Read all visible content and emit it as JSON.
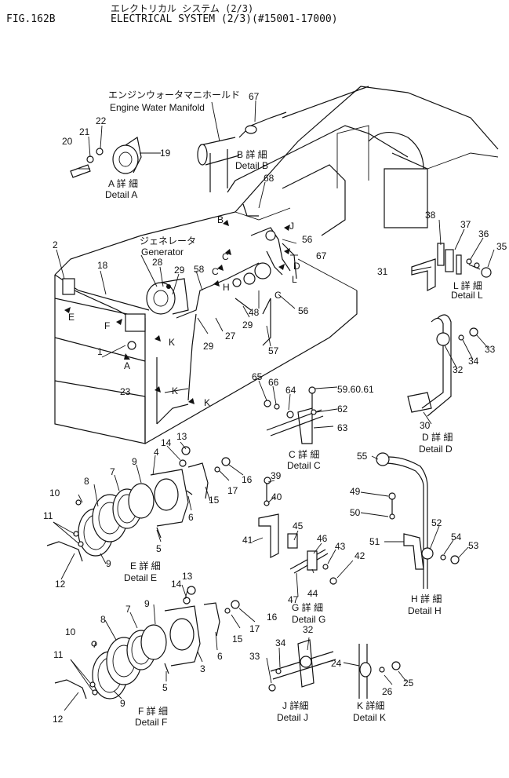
{
  "header": {
    "fig": "FIG.162B",
    "title_jp": "エレクトリカル システム (2/3)",
    "title_en": "ELECTRICAL SYSTEM (2/3)(#15001-17000)"
  },
  "labels": {
    "engine_manifold_jp": "エンジンウォータマニホールド",
    "engine_manifold_en": "Engine Water Manifold",
    "generator_jp": "ジェネレータ",
    "generator_en": "Generator"
  },
  "details": {
    "A": {
      "jp": "A 詳 細",
      "en": "Detail A"
    },
    "B": {
      "jp": "B 詳 細",
      "en": "Detail B"
    },
    "C": {
      "jp": "C 詳 細",
      "en": "Detail C"
    },
    "D": {
      "jp": "D 詳 細",
      "en": "Detail D"
    },
    "E": {
      "jp": "E 詳 細",
      "en": "Detail E"
    },
    "F": {
      "jp": "F 詳 細",
      "en": "Detail F"
    },
    "G": {
      "jp": "G 詳 細",
      "en": "Detail G"
    },
    "H": {
      "jp": "H 詳 細",
      "en": "Detail H"
    },
    "J": {
      "jp": "J 詳細",
      "en": "Detail J"
    },
    "K": {
      "jp": "K 詳細",
      "en": "Detail K"
    },
    "L": {
      "jp": "L 詳 細",
      "en": "Detail L"
    }
  },
  "callouts": {
    "p1": "1",
    "p2": "2",
    "p3": "3",
    "p4": "4",
    "p5": "5",
    "p6": "6",
    "p7": "7",
    "p8": "8",
    "p9": "9",
    "p10": "10",
    "p11": "11",
    "p12": "12",
    "p13": "13",
    "p14": "14",
    "p15": "15",
    "p16": "16",
    "p17": "17",
    "p18": "18",
    "p19": "19",
    "p20": "20",
    "p21": "21",
    "p22": "22",
    "p23": "23",
    "p24": "24",
    "p25": "25",
    "p26": "26",
    "p27": "27",
    "p28": "28",
    "p29": "29",
    "p30": "30",
    "p31": "31",
    "p32": "32",
    "p33": "33",
    "p34": "34",
    "p35": "35",
    "p36": "36",
    "p37": "37",
    "p38": "38",
    "p39": "39",
    "p40": "40",
    "p41": "41",
    "p42": "42",
    "p43": "43",
    "p44": "44",
    "p45": "45",
    "p46": "46",
    "p47": "47",
    "p48": "48",
    "p49": "49",
    "p50": "50",
    "p51": "51",
    "p52": "52",
    "p53": "53",
    "p54": "54",
    "p55": "55",
    "p56": "56",
    "p57": "57",
    "p58": "58",
    "p59": "59.60.61",
    "p62": "62",
    "p63": "63",
    "p64": "64",
    "p65": "65",
    "p66": "66",
    "p67": "67",
    "p68": "68"
  },
  "arrows": {
    "a": "A",
    "b": "B",
    "c": "C",
    "d": "D",
    "e": "E",
    "f": "F",
    "h": "H",
    "j": "J",
    "k": "K",
    "l": "L"
  }
}
